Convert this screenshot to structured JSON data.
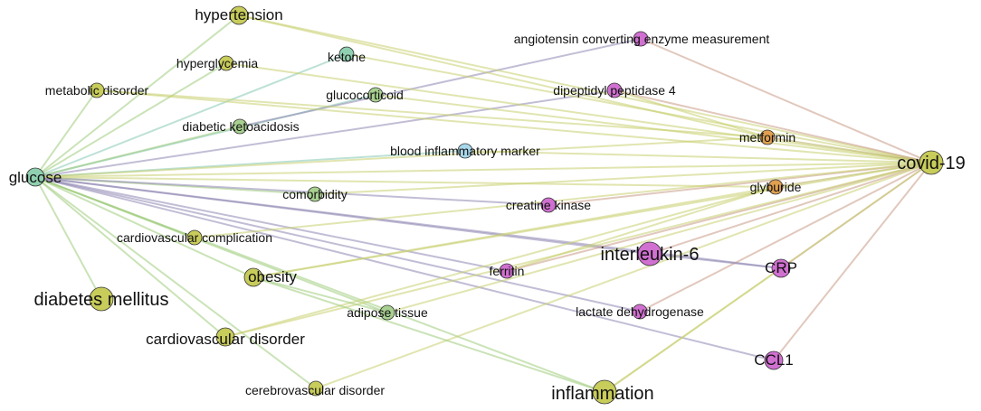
{
  "palette": {
    "lime": "#c8cc5a",
    "green": "#a8d090",
    "teal": "#8fd0b0",
    "blue": "#a8d8ec",
    "magenta": "#d070d0",
    "orange": "#e0a050"
  },
  "edge_colors": {
    "yellow": "#c9cf6f",
    "green": "#9fcc7c",
    "teal": "#86c9b4",
    "purple": "#8f86b2",
    "brown": "#c99a86",
    "olive": "#b8b060"
  },
  "nodes": [
    {
      "id": "hypertension",
      "label": "hypertension",
      "color": "lime",
      "size": "md"
    },
    {
      "id": "hyperglycemia",
      "label": "hyperglycemia",
      "color": "lime",
      "size": "sm"
    },
    {
      "id": "metabolic_disorder",
      "label": "metabolic disorder",
      "color": "lime",
      "size": "sm"
    },
    {
      "id": "ketone",
      "label": "ketone",
      "color": "teal",
      "size": "sm"
    },
    {
      "id": "glucocorticoid",
      "label": "glucocorticoid",
      "color": "green",
      "size": "sm"
    },
    {
      "id": "diabetic_ketoacidosis",
      "label": "diabetic ketoacidosis",
      "color": "green",
      "size": "sm"
    },
    {
      "id": "angiotensin",
      "label": "angiotensin converting enzyme measurement",
      "color": "magenta",
      "size": "sm"
    },
    {
      "id": "dpp4",
      "label": "dipeptidyl peptidase 4",
      "color": "magenta",
      "size": "sm"
    },
    {
      "id": "metformin",
      "label": "metformin",
      "color": "orange",
      "size": "sm"
    },
    {
      "id": "blood_marker",
      "label": "blood inflammatory marker",
      "color": "blue",
      "size": "sm"
    },
    {
      "id": "glucose",
      "label": "glucose",
      "color": "teal",
      "size": "md"
    },
    {
      "id": "covid19",
      "label": "covid-19",
      "color": "lime",
      "size": "lg"
    },
    {
      "id": "comorbidity",
      "label": "comorbidity",
      "color": "green",
      "size": "sm"
    },
    {
      "id": "creatine_kinase",
      "label": "creatine kinase",
      "color": "magenta",
      "size": "sm"
    },
    {
      "id": "glyburide",
      "label": "glyburide",
      "color": "orange",
      "size": "sm"
    },
    {
      "id": "cv_complication",
      "label": "cardiovascular complication",
      "color": "lime",
      "size": "sm"
    },
    {
      "id": "interleukin6",
      "label": "interleukin-6",
      "color": "magenta",
      "size": "lg"
    },
    {
      "id": "obesity",
      "label": "obesity",
      "color": "lime",
      "size": "md"
    },
    {
      "id": "ferritin",
      "label": "ferritin",
      "color": "magenta",
      "size": "sm"
    },
    {
      "id": "crp",
      "label": "CRP",
      "color": "magenta",
      "size": "md"
    },
    {
      "id": "diabetes_mellitus",
      "label": "diabetes mellitus",
      "color": "lime",
      "size": "lg"
    },
    {
      "id": "adipose_tissue",
      "label": "adipose tissue",
      "color": "green",
      "size": "sm"
    },
    {
      "id": "ldh",
      "label": "lactate dehydrogenase",
      "color": "magenta",
      "size": "sm"
    },
    {
      "id": "cv_disorder",
      "label": "cardiovascular disorder",
      "color": "lime",
      "size": "md"
    },
    {
      "id": "ccl1",
      "label": "CCL1",
      "color": "magenta",
      "size": "md"
    },
    {
      "id": "cerebrovascular",
      "label": "cerebrovascular disorder",
      "color": "lime",
      "size": "sm"
    },
    {
      "id": "inflammation",
      "label": "inflammation",
      "color": "lime",
      "size": "lg"
    }
  ],
  "edges": [
    {
      "source": "glucose",
      "target": "hypertension",
      "color": "green"
    },
    {
      "source": "glucose",
      "target": "hyperglycemia",
      "color": "green"
    },
    {
      "source": "glucose",
      "target": "metabolic_disorder",
      "color": "green"
    },
    {
      "source": "glucose",
      "target": "ketone",
      "color": "teal"
    },
    {
      "source": "glucose",
      "target": "glucocorticoid",
      "color": "teal"
    },
    {
      "source": "glucose",
      "target": "diabetic_ketoacidosis",
      "color": "green"
    },
    {
      "source": "glucose",
      "target": "dpp4",
      "color": "purple"
    },
    {
      "source": "glucose",
      "target": "blood_marker",
      "color": "teal"
    },
    {
      "source": "glucose",
      "target": "comorbidity",
      "color": "green"
    },
    {
      "source": "glucose",
      "target": "creatine_kinase",
      "color": "purple"
    },
    {
      "source": "glucose",
      "target": "cv_complication",
      "color": "green"
    },
    {
      "source": "glucose",
      "target": "interleukin6",
      "color": "purple"
    },
    {
      "source": "glucose",
      "target": "obesity",
      "color": "green"
    },
    {
      "source": "glucose",
      "target": "ferritin",
      "color": "purple"
    },
    {
      "source": "glucose",
      "target": "crp",
      "color": "purple"
    },
    {
      "source": "glucose",
      "target": "diabetes_mellitus",
      "color": "green"
    },
    {
      "source": "glucose",
      "target": "adipose_tissue",
      "color": "green"
    },
    {
      "source": "glucose",
      "target": "ldh",
      "color": "purple"
    },
    {
      "source": "glucose",
      "target": "cv_disorder",
      "color": "green"
    },
    {
      "source": "glucose",
      "target": "ccl1",
      "color": "purple"
    },
    {
      "source": "glucose",
      "target": "cerebrovascular",
      "color": "green"
    },
    {
      "source": "glucose",
      "target": "inflammation",
      "color": "green"
    },
    {
      "source": "glucose",
      "target": "metformin",
      "color": "yellow"
    },
    {
      "source": "glucose",
      "target": "glyburide",
      "color": "yellow"
    },
    {
      "source": "glucose",
      "target": "covid19",
      "color": "yellow"
    },
    {
      "source": "diabetic_ketoacidosis",
      "target": "angiotensin",
      "color": "purple"
    },
    {
      "source": "covid19",
      "target": "hypertension",
      "color": "yellow"
    },
    {
      "source": "covid19",
      "target": "hyperglycemia",
      "color": "yellow"
    },
    {
      "source": "covid19",
      "target": "metabolic_disorder",
      "color": "yellow"
    },
    {
      "source": "covid19",
      "target": "ketone",
      "color": "yellow"
    },
    {
      "source": "covid19",
      "target": "glucocorticoid",
      "color": "yellow"
    },
    {
      "source": "covid19",
      "target": "angiotensin",
      "color": "brown"
    },
    {
      "source": "covid19",
      "target": "dpp4",
      "color": "brown"
    },
    {
      "source": "covid19",
      "target": "metformin",
      "color": "olive"
    },
    {
      "source": "covid19",
      "target": "blood_marker",
      "color": "yellow"
    },
    {
      "source": "covid19",
      "target": "comorbidity",
      "color": "yellow"
    },
    {
      "source": "covid19",
      "target": "creatine_kinase",
      "color": "brown"
    },
    {
      "source": "covid19",
      "target": "glyburide",
      "color": "olive"
    },
    {
      "source": "covid19",
      "target": "cv_complication",
      "color": "yellow"
    },
    {
      "source": "covid19",
      "target": "interleukin6",
      "color": "brown"
    },
    {
      "source": "covid19",
      "target": "obesity",
      "color": "yellow"
    },
    {
      "source": "covid19",
      "target": "ferritin",
      "color": "brown"
    },
    {
      "source": "covid19",
      "target": "crp",
      "color": "brown"
    },
    {
      "source": "covid19",
      "target": "adipose_tissue",
      "color": "yellow"
    },
    {
      "source": "covid19",
      "target": "ldh",
      "color": "brown"
    },
    {
      "source": "covid19",
      "target": "cv_disorder",
      "color": "yellow"
    },
    {
      "source": "covid19",
      "target": "ccl1",
      "color": "brown"
    },
    {
      "source": "covid19",
      "target": "cerebrovascular",
      "color": "yellow"
    },
    {
      "source": "covid19",
      "target": "inflammation",
      "color": "yellow"
    },
    {
      "source": "metformin",
      "target": "hypertension",
      "color": "yellow"
    },
    {
      "source": "metformin",
      "target": "metabolic_disorder",
      "color": "yellow"
    },
    {
      "source": "metformin",
      "target": "dpp4",
      "color": "yellow"
    },
    {
      "source": "glyburide",
      "target": "obesity",
      "color": "yellow"
    },
    {
      "source": "glyburide",
      "target": "cv_disorder",
      "color": "yellow"
    },
    {
      "source": "glyburide",
      "target": "ferritin",
      "color": "yellow"
    },
    {
      "source": "interleukin6",
      "target": "crp",
      "color": "purple"
    },
    {
      "source": "obesity",
      "target": "adipose_tissue",
      "color": "green"
    },
    {
      "source": "obesity",
      "target": "inflammation",
      "color": "green"
    },
    {
      "source": "crp",
      "target": "inflammation",
      "color": "yellow"
    }
  ]
}
